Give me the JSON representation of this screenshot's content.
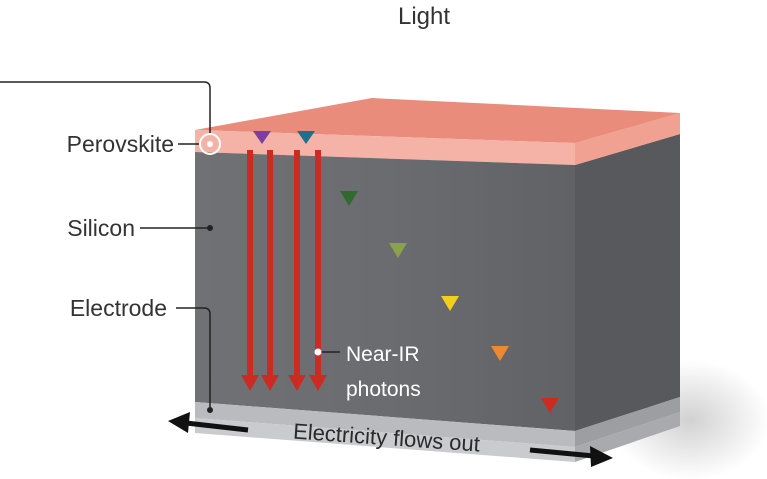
{
  "labels": {
    "light": "Light",
    "perovskite": "Perovskite",
    "silicon": "Silicon",
    "electrode": "Electrode",
    "near_ir_line1": "Near-IR",
    "near_ir_line2": "photons",
    "electricity": "Electricity flows out"
  },
  "colors": {
    "violet": "#7b3fa0",
    "blue": "#1f6f8f",
    "dark_green": "#2f6a2f",
    "olive_green": "#8aa24a",
    "yellow": "#f3cf1a",
    "orange": "#ee8a2e",
    "red": "#cc2b22",
    "perovskite_top": "#e98c7c",
    "perovskite_front": "#f4b3a6",
    "silicon_front": "#6a6c70",
    "silicon_side": "#55575b",
    "electrode_front": "#b9bbbe",
    "electrode_side": "#9c9ea1"
  }
}
